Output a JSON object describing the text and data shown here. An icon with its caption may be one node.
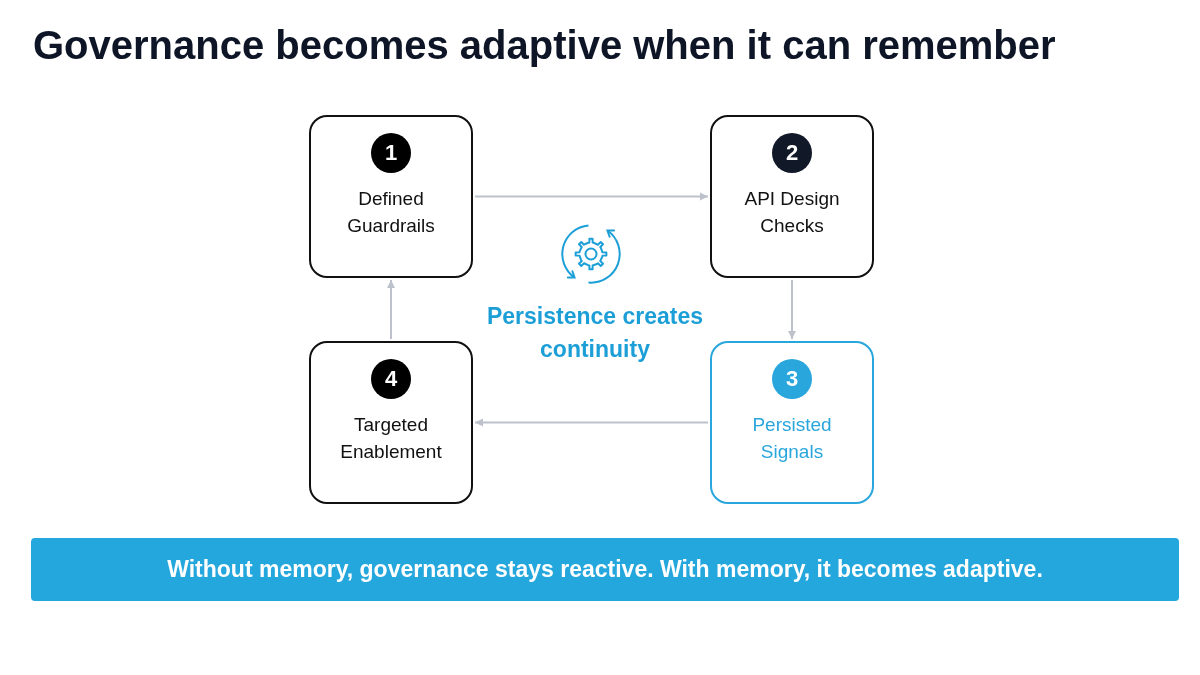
{
  "diagram": {
    "title": "Governance becomes adaptive when it can remember",
    "nodes": [
      {
        "text": [
          "1",
          "Defined Guardrails"
        ]
      },
      {
        "text": [
          "2",
          "API Design Checks"
        ]
      },
      {
        "text": [
          "3",
          "Persisted Signals"
        ]
      },
      {
        "text": [
          "4",
          "Targeted Enablement"
        ]
      },
      {
        "text": [
          "Without memory, governance stays reactive. With memory, it becomes adaptive."
        ]
      }
    ],
    "edges": [
      {
        "from": 0,
        "to": 1,
        "arrow": "to"
      },
      {
        "from": 1,
        "to": 2,
        "arrow": "to"
      },
      {
        "from": 2,
        "to": 3,
        "arrow": "to"
      },
      {
        "from": 3,
        "to": 0,
        "arrow": "to"
      }
    ],
    "labels": [
      "Persistence creates continuity"
    ]
  }
}
